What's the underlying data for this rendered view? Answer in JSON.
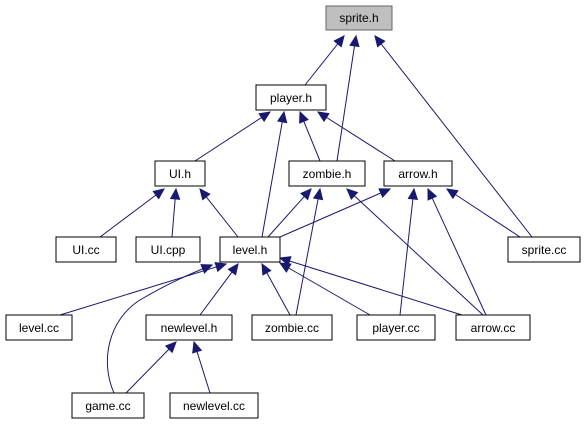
{
  "colors": {
    "edge": "#191970",
    "root_fill": "#bfbfbf",
    "root_stroke": "#666666",
    "node_fill": "#ffffff",
    "node_stroke": "#000000"
  },
  "nodes": {
    "sprite_h": "sprite.h",
    "player_h": "player.h",
    "ui_h": "UI.h",
    "zombie_h": "zombie.h",
    "arrow_h": "arrow.h",
    "ui_cc": "UI.cc",
    "ui_cpp": "UI.cpp",
    "level_h": "level.h",
    "sprite_cc": "sprite.cc",
    "level_cc": "level.cc",
    "newlevel_h": "newlevel.h",
    "zombie_cc": "zombie.cc",
    "player_cc": "player.cc",
    "arrow_cc": "arrow.cc",
    "game_cc": "game.cc",
    "newlevel_cc": "newlevel.cc"
  },
  "edges": [
    {
      "from": "player_h",
      "to": "sprite_h"
    },
    {
      "from": "zombie_h",
      "to": "sprite_h"
    },
    {
      "from": "sprite_cc",
      "to": "sprite_h"
    },
    {
      "from": "ui_h",
      "to": "player_h"
    },
    {
      "from": "level_h",
      "to": "player_h"
    },
    {
      "from": "zombie_h",
      "to": "player_h"
    },
    {
      "from": "arrow_h",
      "to": "player_h"
    },
    {
      "from": "ui_cc",
      "to": "ui_h"
    },
    {
      "from": "ui_cpp",
      "to": "ui_h"
    },
    {
      "from": "level_h",
      "to": "ui_h"
    },
    {
      "from": "level_h",
      "to": "zombie_h"
    },
    {
      "from": "zombie_cc",
      "to": "zombie_h"
    },
    {
      "from": "arrow_cc",
      "to": "zombie_h"
    },
    {
      "from": "level_h",
      "to": "arrow_h"
    },
    {
      "from": "player_cc",
      "to": "arrow_h"
    },
    {
      "from": "arrow_cc",
      "to": "arrow_h"
    },
    {
      "from": "sprite_cc",
      "to": "arrow_h"
    },
    {
      "from": "level_cc",
      "to": "level_h"
    },
    {
      "from": "game_cc",
      "to": "level_h"
    },
    {
      "from": "newlevel_h",
      "to": "level_h"
    },
    {
      "from": "zombie_cc",
      "to": "level_h"
    },
    {
      "from": "player_cc",
      "to": "level_h"
    },
    {
      "from": "arrow_cc",
      "to": "level_h"
    },
    {
      "from": "game_cc",
      "to": "newlevel_h"
    },
    {
      "from": "newlevel_cc",
      "to": "newlevel_h"
    }
  ]
}
